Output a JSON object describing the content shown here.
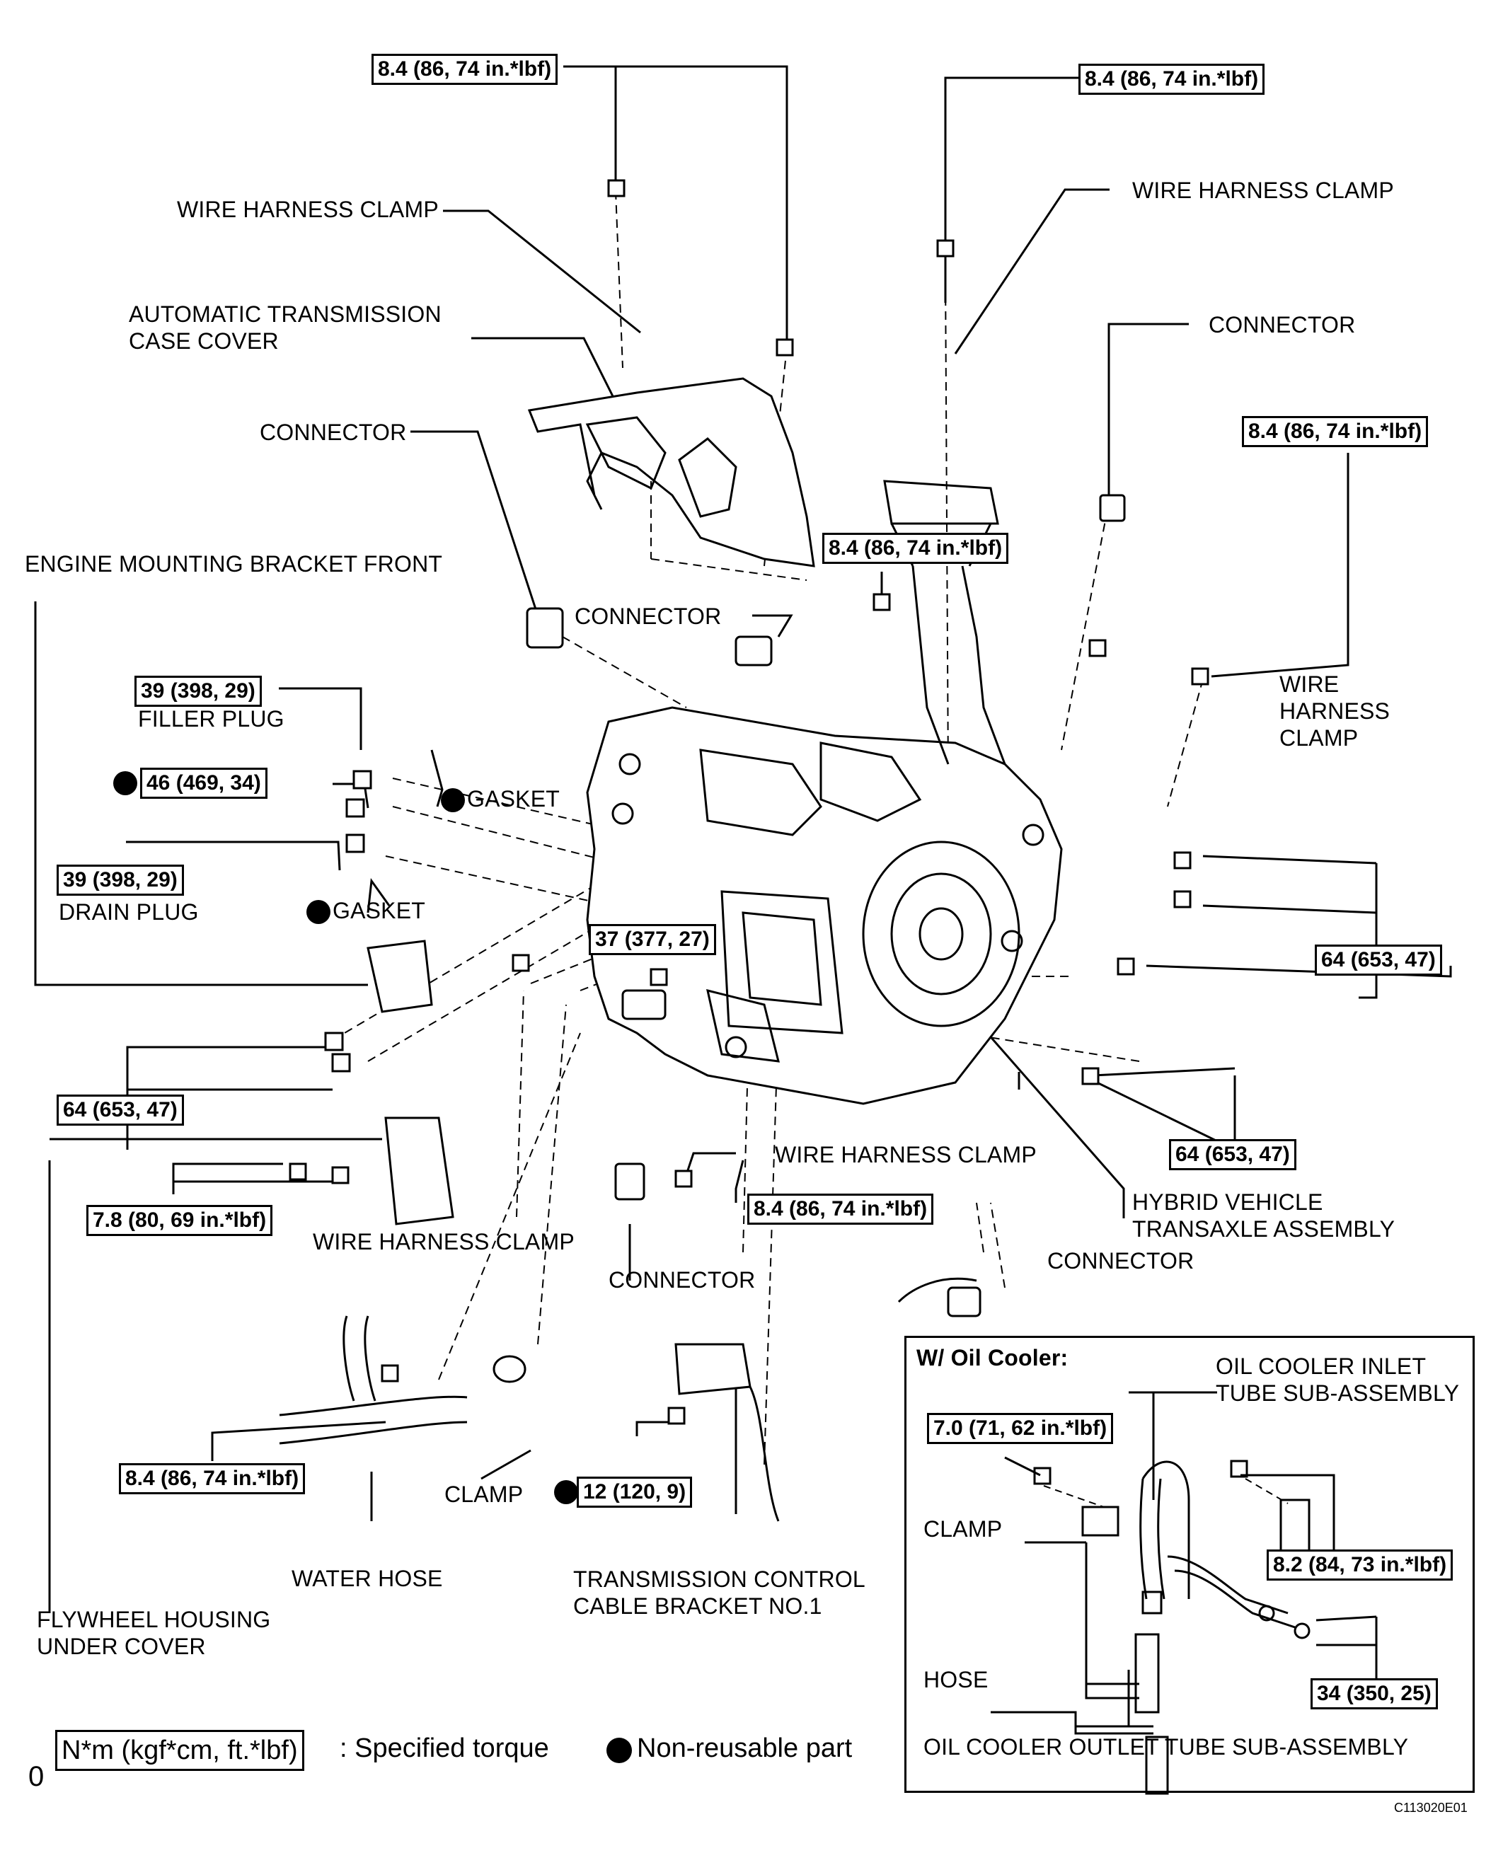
{
  "torques": {
    "t_top_left": "8.4 (86, 74 in.*lbf)",
    "t_top_right": "8.4 (86, 74 in.*lbf)",
    "t_right_upper": "8.4 (86, 74 in.*lbf)",
    "t_center": "8.4 (86, 74 in.*lbf)",
    "t_filler": "39 (398, 29)",
    "t_46": "46 (469, 34)",
    "t_drain": "39 (398, 29)",
    "t_37": "37 (377, 27)",
    "t_64_right": "64 (653, 47)",
    "t_64_left": "64 (653, 47)",
    "t_64_lower_right": "64 (653, 47)",
    "t_78": "7.8 (80, 69 in.*lbf)",
    "t_lower_center": "8.4 (86, 74 in.*lbf)",
    "t_water": "8.4 (86, 74 in.*lbf)",
    "t_12": "12 (120, 9)"
  },
  "labels": {
    "wire_harness_clamp_1": "WIRE HARNESS CLAMP",
    "wire_harness_clamp_2": "WIRE HARNESS CLAMP",
    "atc_cover": "AUTOMATIC TRANSMISSION\nCASE COVER",
    "connector_top_right": "CONNECTOR",
    "connector_left": "CONNECTOR",
    "engine_mounting_bracket": "ENGINE MOUNTING BRACKET FRONT",
    "connector_center": "CONNECTOR",
    "wire_harness_clamp_right": "WIRE\nHARNESS\nCLAMP",
    "filler_plug": "FILLER PLUG",
    "gasket_1": "GASKET",
    "drain_plug": "DRAIN PLUG",
    "gasket_2": "GASKET",
    "wire_harness_clamp_lower": "WIRE HARNESS CLAMP",
    "wire_harness_clamp_left_lower": "WIRE HARNESS CLAMP",
    "hybrid_vehicle": "HYBRID VEHICLE\nTRANSAXLE ASSEMBLY",
    "connector_lower_center": "CONNECTOR",
    "connector_lower_right": "CONNECTOR",
    "clamp": "CLAMP",
    "water_hose": "WATER HOSE",
    "tcc_bracket": "TRANSMISSION CONTROL\nCABLE BRACKET NO.1",
    "flywheel": "FLYWHEEL HOUSING\nUNDER COVER"
  },
  "inset": {
    "title": "W/ Oil Cooler:",
    "inlet_tube": "OIL COOLER INLET\nTUBE SUB-ASSEMBLY",
    "t_70": "7.0 (71, 62 in.*lbf)",
    "clamp": "CLAMP",
    "t_82": "8.2 (84, 73 in.*lbf)",
    "hose": "HOSE",
    "t_34": "34 (350, 25)",
    "outlet_tube": "OIL COOLER OUTLET TUBE SUB-ASSEMBLY"
  },
  "legend": {
    "torque_box": "N*m (kgf*cm, ft.*lbf)",
    "torque_text": ": Specified torque",
    "nonreusable": "Non-reusable part"
  },
  "footer": {
    "page_mark": "0",
    "figure_code": "C113020E01"
  }
}
